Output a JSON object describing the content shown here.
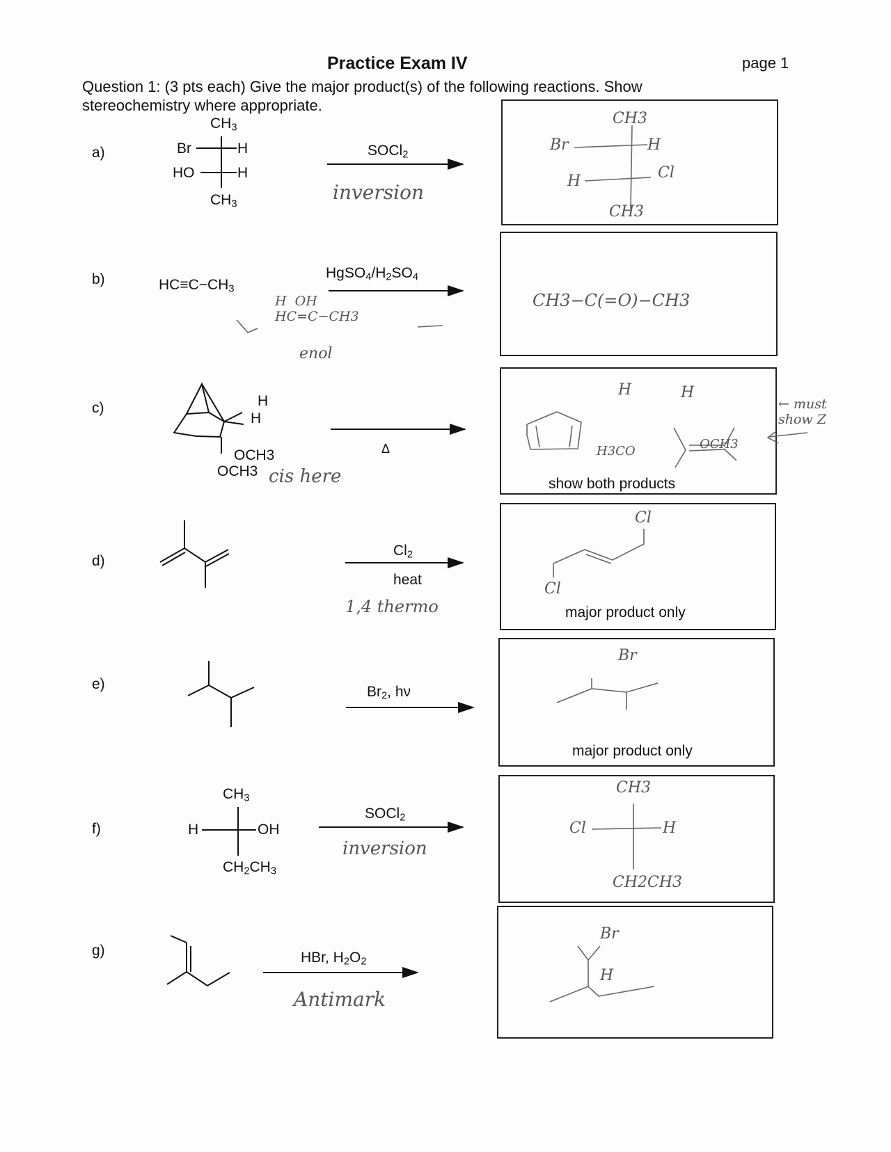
{
  "header": {
    "title": "Practice Exam IV",
    "page": "page 1"
  },
  "question": {
    "line1": "Question 1: (3 pts each)  Give the major product(s) of the following reactions. Show",
    "line2": "stereochemistry where appropriate."
  },
  "parts": [
    {
      "label": "a)",
      "reagent": "SOCl",
      "reagent_sub": "2",
      "note": "inversion",
      "reactant": {
        "top": "CH",
        "top_sub": "3",
        "r1_left": "Br",
        "r1_right": "H",
        "r2_left": "HO",
        "r2_right": "H",
        "bottom": "CH",
        "bottom_sub": "3"
      },
      "answer": {
        "top": "CH3",
        "r1_left": "Br",
        "r1_right": "H",
        "r2_left": "H",
        "r2_right": "Cl",
        "bottom": "CH3"
      }
    },
    {
      "label": "b)",
      "reagent": "HgSO4/H2SO4",
      "reactant": "HC≡C−CH",
      "reactant_sub": "3",
      "note_enol": "H  OH\nHC=C−CH3",
      "note_word": "enol",
      "answer": "CH3−C(=O)−CH3"
    },
    {
      "label": "c)",
      "reagent": "Δ",
      "reactant_labels": [
        "H",
        "H",
        "OCH3",
        "OCH3"
      ],
      "note": "cis here",
      "answer_labels": [
        "H",
        "H",
        "H3CO",
        "OCH3"
      ],
      "caption": "show both products",
      "margin_note": "← must show Z"
    },
    {
      "label": "d)",
      "reagent": "Cl",
      "reagent_sub": "2",
      "reagent2": "heat",
      "note": "1,4 thermo",
      "answer_labels": [
        "Cl",
        "Cl"
      ],
      "caption": "major product only"
    },
    {
      "label": "e)",
      "reagent": "Br",
      "reagent_sub": "2",
      "reagent_tail": ", hν",
      "answer_labels": [
        "Br"
      ],
      "caption": "major product only"
    },
    {
      "label": "f)",
      "reagent": "SOCl",
      "reagent_sub": "2",
      "note": "inversion",
      "reactant": {
        "top": "CH",
        "top_sub": "3",
        "left": "H",
        "right": "OH",
        "bottom": "CH",
        "bottom_mid": "2",
        "bottom2": "CH",
        "bottom_sub": "3"
      },
      "answer": {
        "top": "CH3",
        "left": "Cl",
        "right": "H",
        "bottom": "CH2CH3"
      }
    },
    {
      "label": "g)",
      "reagent": "HBr, H",
      "reagent_sub": "2",
      "reagent_mid": "O",
      "reagent_sub2": "2",
      "note": "Antimark",
      "answer_labels": [
        "Br",
        "H"
      ]
    }
  ]
}
